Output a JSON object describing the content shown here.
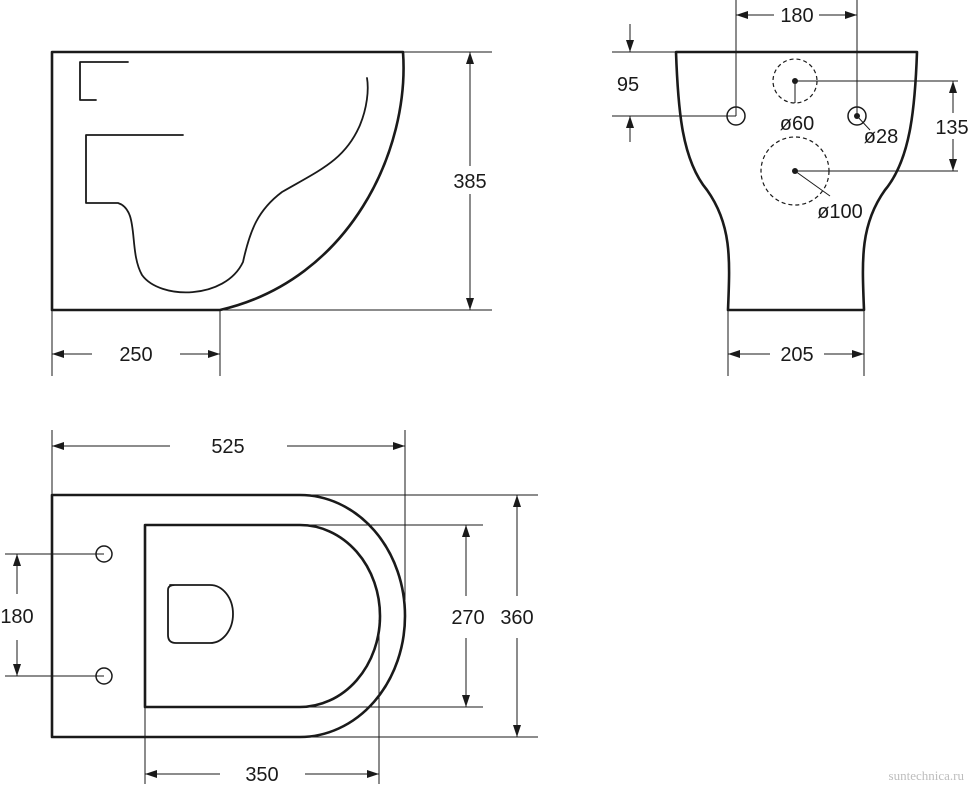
{
  "side_view": {
    "height_label": "385",
    "offset_label": "250"
  },
  "front_view": {
    "spacing_label": "180",
    "height_a_label": "95",
    "height_b_label": "135",
    "hole_small_label": "ø60",
    "hole_mid_label": "ø28",
    "hole_large_label": "ø100",
    "base_width_label": "205"
  },
  "top_view": {
    "length_label": "525",
    "bolt_spacing_label": "180",
    "bowl_width_label": "270",
    "total_width_label": "360",
    "bowl_length_label": "350"
  },
  "watermark": "suntechnica.ru"
}
